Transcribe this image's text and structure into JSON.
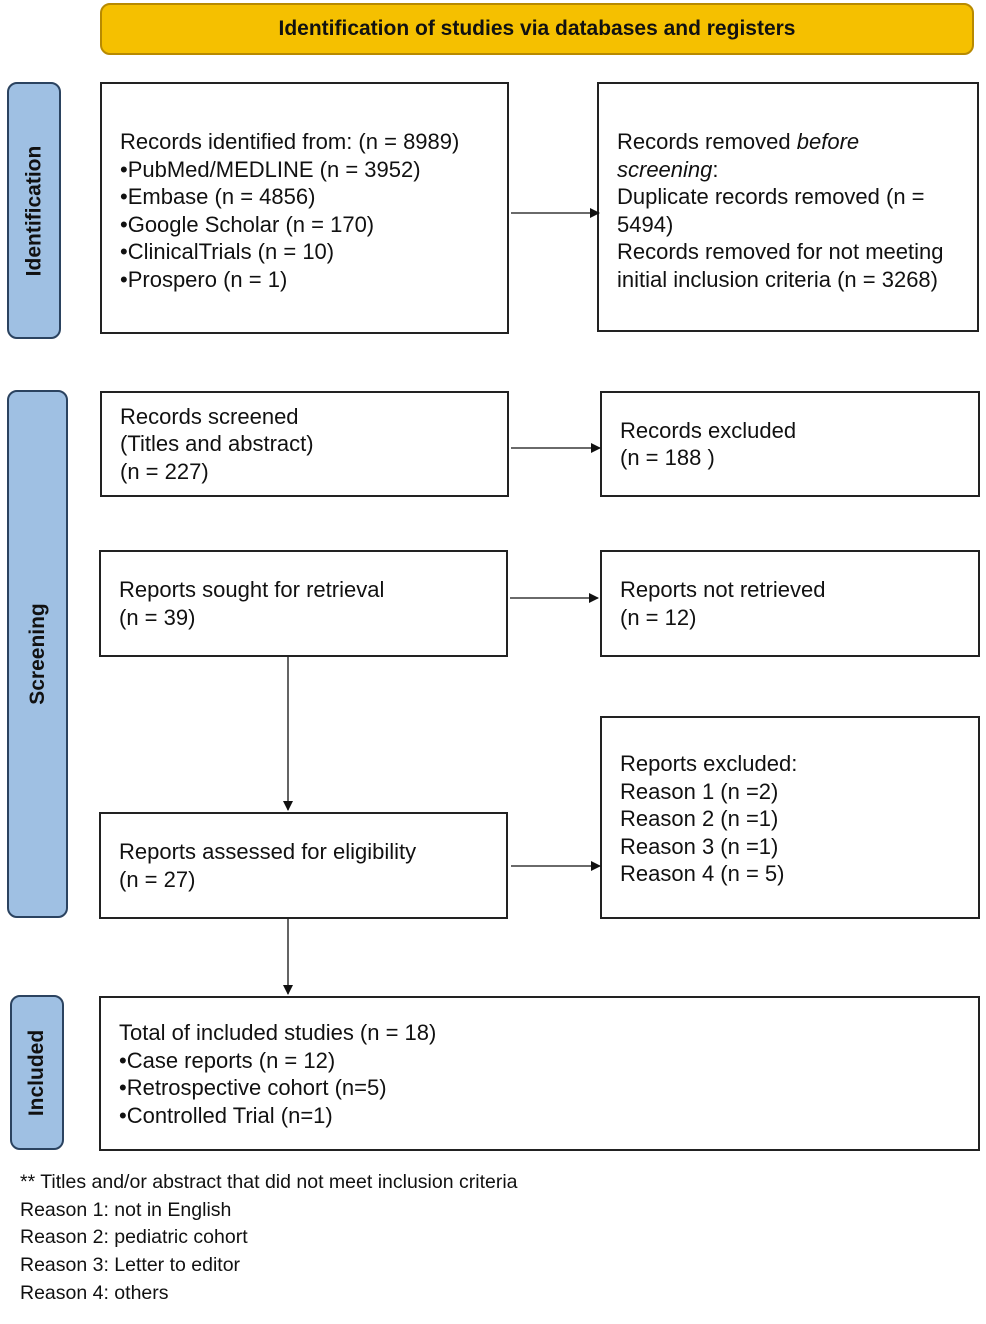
{
  "header": {
    "title": "Identification of studies via databases and registers"
  },
  "phases": {
    "identification": "Identification",
    "screening": "Screening",
    "included": "Included"
  },
  "identified": {
    "title": "Records identified from: (n = 8989)",
    "items": [
      "•PubMed/MEDLINE (n = 3952)",
      "•Embase (n = 4856)",
      "•Google Scholar (n = 170)",
      "•ClinicalTrials (n = 10)",
      "•Prospero (n = 1)"
    ]
  },
  "removed": {
    "line1_prefix": "Records removed ",
    "line1_italic": "before",
    "line2_italic": "screening",
    "line2_suffix": ":",
    "line3": "Duplicate records removed  (n =",
    "line4": "5494)",
    "line5": "Records removed for not meeting",
    "line6": "initial inclusion criteria (n = 3268)"
  },
  "screened": {
    "line1": "Records screened",
    "line2": "(Titles and abstract)",
    "line3": "(n = 227)"
  },
  "excluded_records": {
    "line1": "Records excluded",
    "line2": "(n = 188 )"
  },
  "sought": {
    "line1": "Reports sought for retrieval",
    "line2": "(n = 39)"
  },
  "not_retrieved": {
    "line1": "Reports not retrieved",
    "line2": "(n = 12)"
  },
  "assessed": {
    "line1": "Reports assessed for eligibility",
    "line2": "(n = 27)"
  },
  "reports_excluded": {
    "title": "Reports excluded:",
    "items": [
      "Reason 1 (n =2)",
      "Reason 2 (n =1)",
      "Reason 3 (n =1)",
      "Reason 4 (n = 5)"
    ]
  },
  "included": {
    "title": "Total of included studies (n = 18)",
    "items": [
      "•Case reports (n = 12)",
      "•Retrospective cohort (n=5)",
      "•Controlled Trial (n=1)"
    ]
  },
  "footnotes": [
    "** Titles and/or abstract that did not meet inclusion criteria",
    "Reason 1: not in English",
    "Reason 2: pediatric cohort",
    "Reason 3: Letter to editor",
    "Reason 4: others"
  ],
  "colors": {
    "header_fill": "#f5c000",
    "phase_fill": "#9fc0e3",
    "phase_border": "#2b4360",
    "box_border": "#222222"
  }
}
